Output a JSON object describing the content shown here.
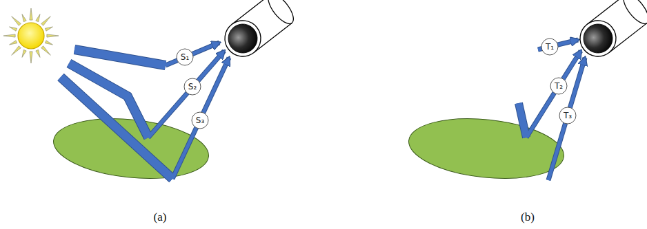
{
  "diagram": {
    "nodes": [
      {
        "text": [
          "S₁"
        ]
      },
      {
        "text": [
          "S₂"
        ]
      },
      {
        "text": [
          "S₃"
        ]
      },
      {
        "text": [
          "T₁"
        ]
      },
      {
        "text": [
          "T₂"
        ]
      },
      {
        "text": [
          "T₃"
        ]
      }
    ],
    "labels": [
      "(a)",
      "(b)"
    ]
  }
}
